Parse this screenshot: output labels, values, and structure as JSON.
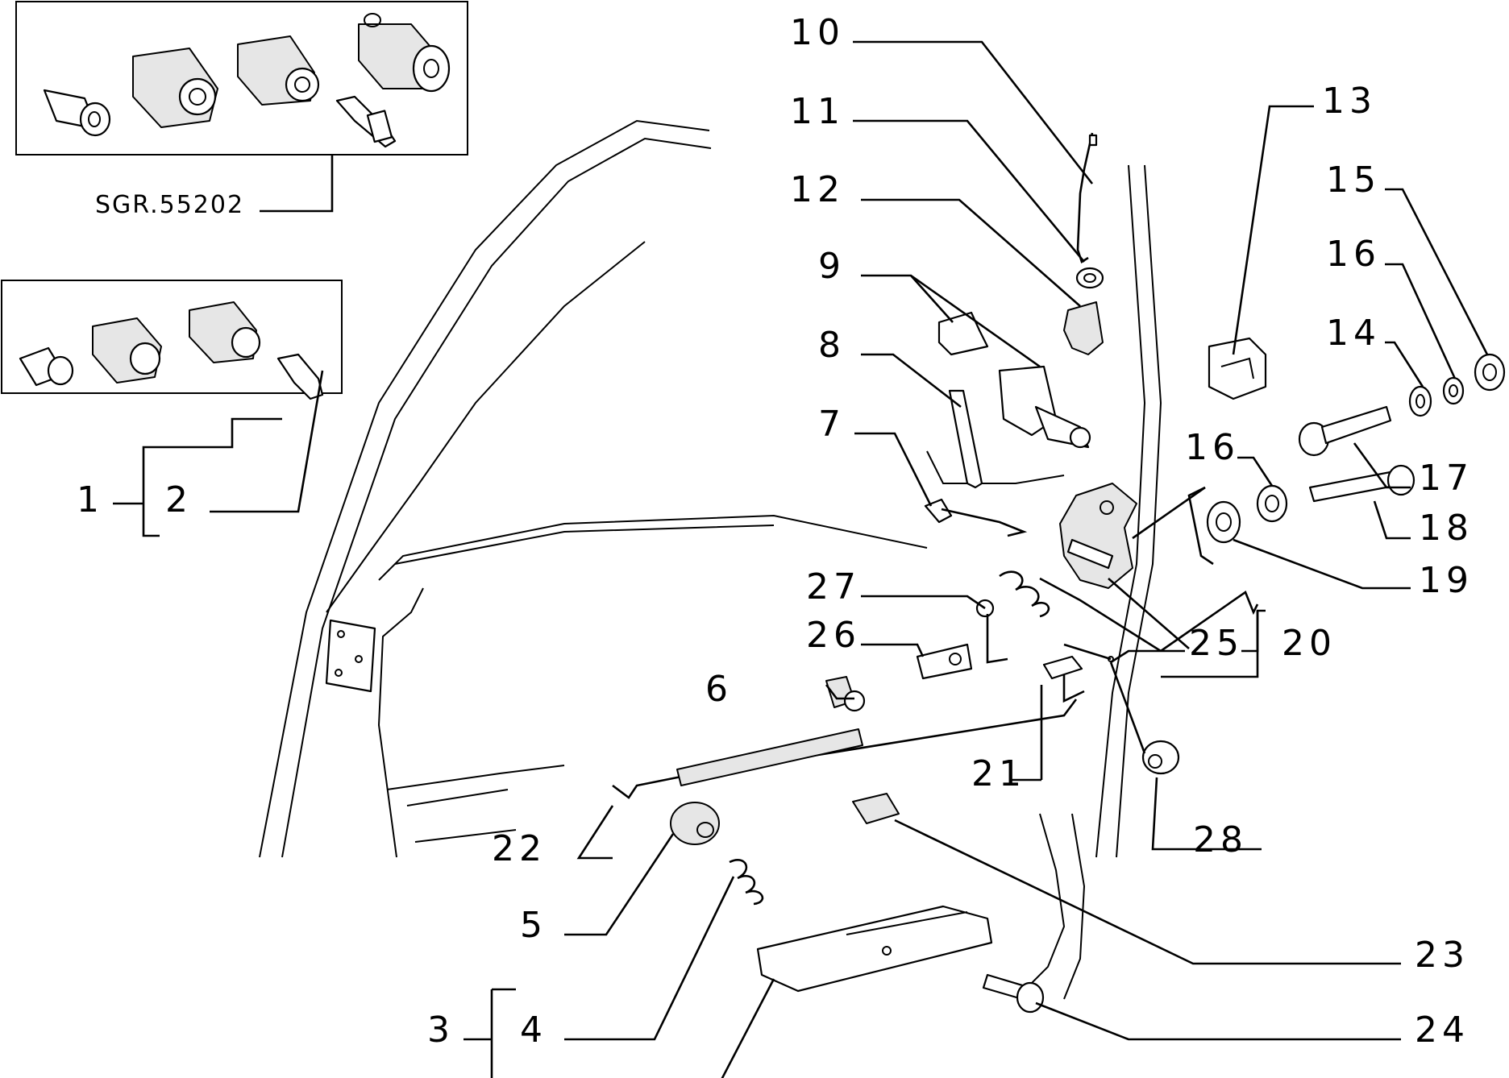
{
  "reference_label": "SGR.55202",
  "callouts": {
    "c1": "1",
    "c2": "2",
    "c3": "3",
    "c4": "4",
    "c5": "5",
    "c6": "6",
    "c7": "7",
    "c8": "8",
    "c9": "9",
    "c10": "10",
    "c11": "11",
    "c12": "12",
    "c13": "13",
    "c14": "14",
    "c15": "15",
    "c16a": "16",
    "c16b": "16",
    "c17": "17",
    "c18": "18",
    "c19": "19",
    "c20": "20",
    "c21": "21",
    "c22": "22",
    "c23": "23",
    "c24": "24",
    "c25": "25",
    "c26": "26",
    "c27": "27",
    "c28": "28"
  }
}
